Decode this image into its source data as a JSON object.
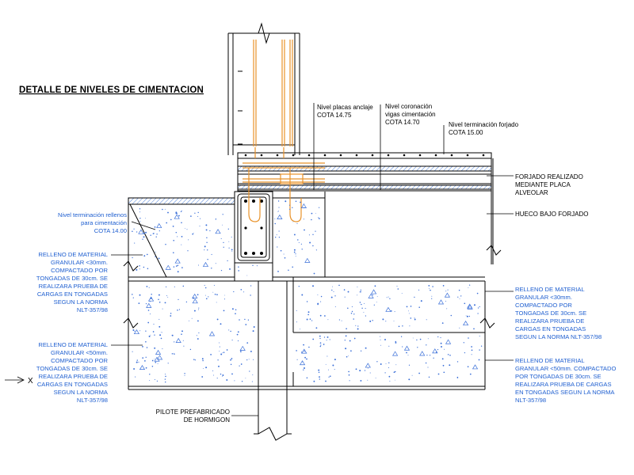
{
  "title": "DETALLE DE NIVELES DE CIMENTACION",
  "colors": {
    "line": "#000000",
    "annotation_blue": "#1f5fd0",
    "steel_orange": "#e8922a",
    "fill_dots": "#3a6fd8"
  },
  "labels": {
    "nivel_placas": [
      "Nivel placas anclaje",
      "COTA 14.75"
    ],
    "nivel_coronacion": [
      "Nivel coronación",
      "vigas cimentación",
      "COTA 14.70"
    ],
    "nivel_forjado": [
      "Nivel terminación forjado",
      "COTA 15.00"
    ],
    "forjado": [
      "FORJADO REALIZADO",
      "MEDIANTE PLACA",
      "ALVEOLAR"
    ],
    "hueco": "HUECO BAJO FORJADO",
    "nivel_rellenos": [
      "Nivel terminación rellenos",
      "para cimentación",
      "COTA 14.00"
    ],
    "relleno_left_30": [
      "RELLENO DE MATERIAL",
      "GRANULAR <30mm.",
      "COMPACTADO POR",
      "TONGADAS DE 30cm. SE",
      "REALIZARA PRUEBA DE",
      "CARGAS EN TONGADAS",
      "SEGUN LA NORMA",
      "NLT-357/98"
    ],
    "relleno_left_50": [
      "RELLENO DE MATERIAL",
      "GRANULAR <50mm.",
      "COMPACTADO POR",
      "TONGADAS DE 30cm. SE",
      "REALIZARA PRUEBA DE",
      "CARGAS EN TONGADAS",
      "SEGUN LA NORMA",
      "NLT-357/98"
    ],
    "relleno_right_30": [
      "RELLENO DE MATERIAL",
      "GRANULAR <30mm.",
      "COMPACTADO POR",
      "TONGADAS DE 30cm. SE",
      "REALIZARA PRUEBA DE",
      "CARGAS EN TONGADAS",
      "SEGUN LA NORMA NLT-357/98"
    ],
    "relleno_right_50": [
      "RELLENO DE MATERIAL",
      "GRANULAR <50mm. COMPACTADO",
      "POR TONGADAS DE 30cm. SE",
      "REALIZARA PRUEBA DE CARGAS",
      "EN TONGADAS SEGUN LA NORMA",
      "NLT-357/98"
    ],
    "pilote": [
      "PILOTE PREFABRICADO",
      "DE HORMIGON"
    ],
    "marker": "X"
  }
}
